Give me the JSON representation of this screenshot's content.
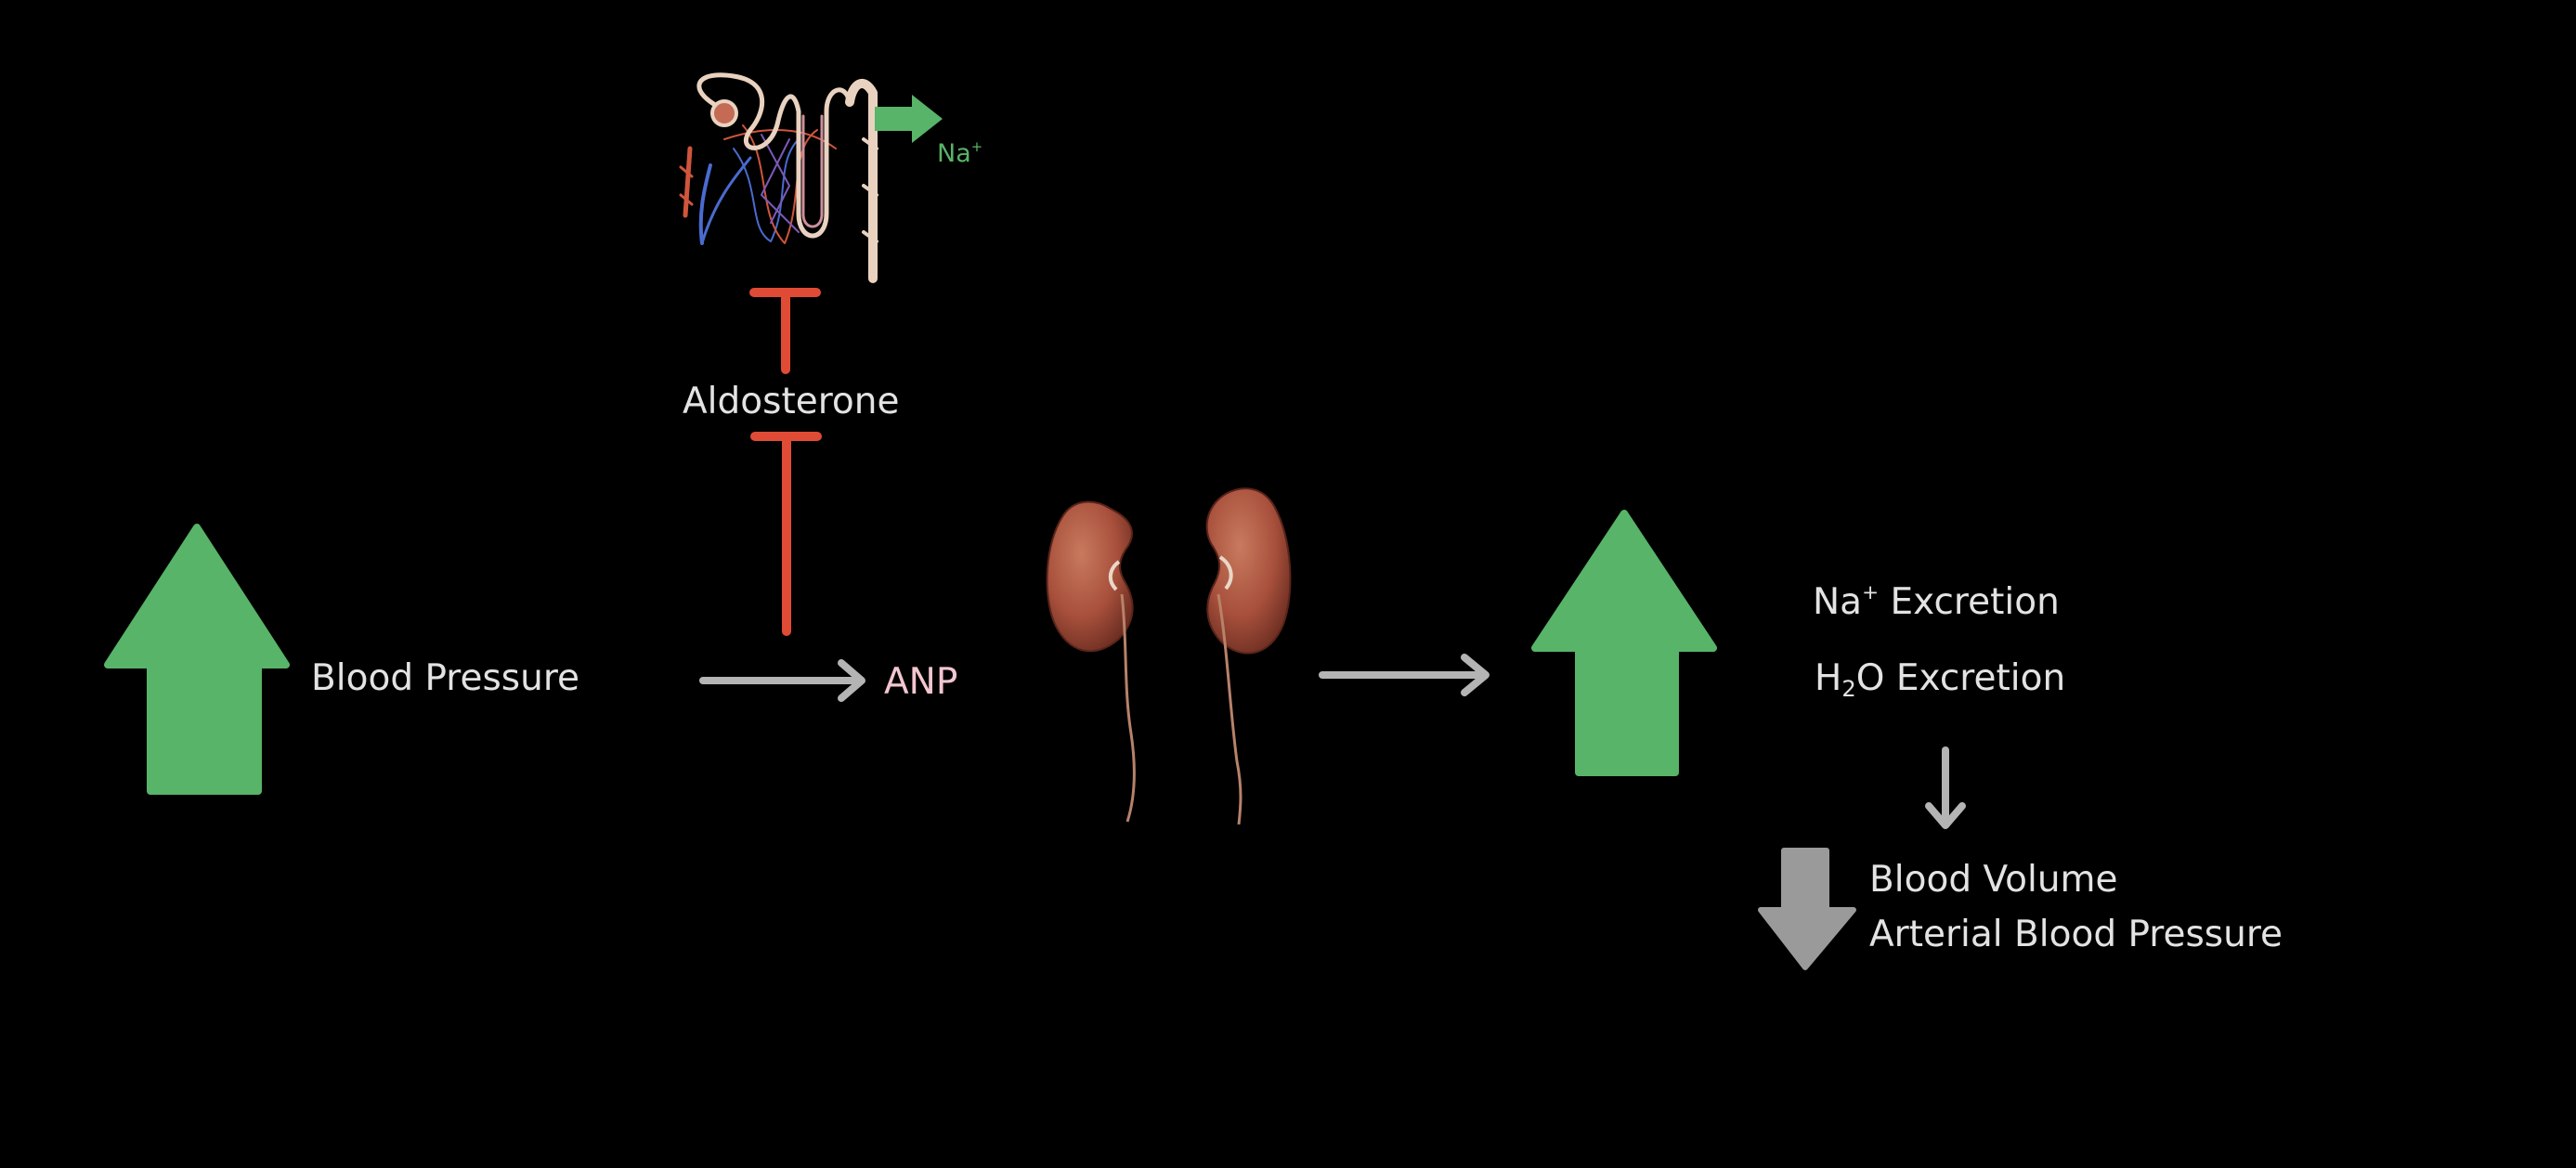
{
  "diagram": {
    "labels": {
      "blood_pressure": "Blood Pressure",
      "anp": "ANP",
      "aldosterone": "Aldosterone",
      "na_ion": {
        "base": "Na",
        "sup": "+"
      },
      "na_excretion": {
        "base": "Na",
        "sup": "+",
        "rest": " Excretion"
      },
      "h2o_excretion": {
        "base": "H",
        "sub": "2",
        "rest": "O Excretion"
      },
      "blood_volume": "Blood Volume",
      "arterial_bp": "Arterial Blood Pressure"
    },
    "colors": {
      "background": "#000000",
      "increase_arrow": "#58b468",
      "decrease_arrow": "#9a9a9a",
      "flow_arrow": "#b4b4b4",
      "inhibit": "#e04b35",
      "anp_text": "#f2c6cf",
      "na_text": "#58b468",
      "text": "#e3e3e3",
      "kidney": "#a8503c",
      "ureter": "#b7826a",
      "nephron": "#e9d2bf",
      "vasa_blue": "#4a6bcf",
      "vasa_red": "#d0553c"
    },
    "icons": [
      "increase-arrow-icon",
      "flow-arrow-icon",
      "inhibit-icon",
      "nephron-icon",
      "kidney-icon",
      "decrease-arrow-icon",
      "sodium-reabsorption-arrow-icon"
    ]
  }
}
